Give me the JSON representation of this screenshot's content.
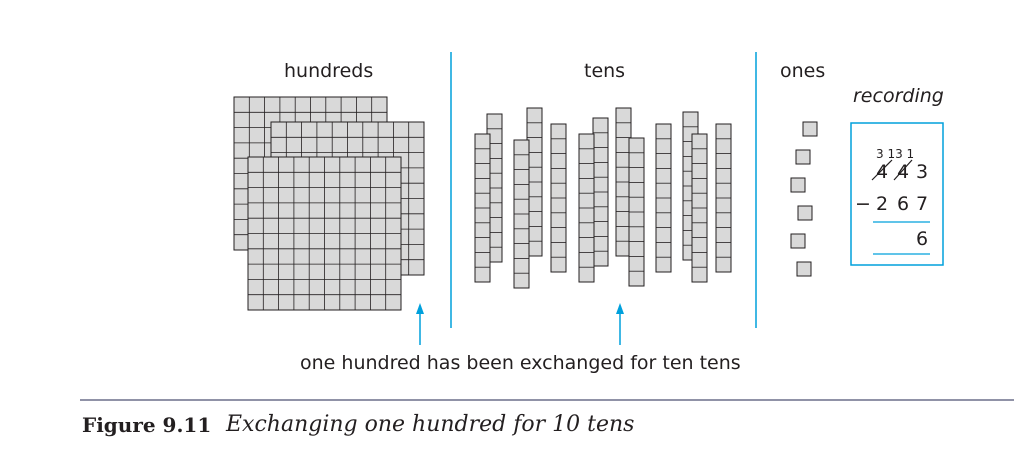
{
  "columns": {
    "hundreds": "hundreds",
    "tens": "tens",
    "ones": "ones"
  },
  "recording": {
    "title": "recording",
    "carry_digits": "3 13 1",
    "top_digits": [
      "4",
      "4",
      "3"
    ],
    "operator": "−",
    "subtrahend_digits": [
      "2",
      "6",
      "7"
    ],
    "result": "6"
  },
  "annotation": "one hundred has been exchanged for ten tens",
  "caption": {
    "number": "Figure 9.11",
    "text": "Exchanging one hundred for 10 tens"
  },
  "colors": {
    "block_fill": "#d9d9d9",
    "block_stroke": "#231f20",
    "accent": "#00a0dc",
    "rule": "#6b6f8a"
  },
  "counts": {
    "hundreds_flats": 3,
    "ten_rods": 13,
    "one_cubes": 6
  }
}
